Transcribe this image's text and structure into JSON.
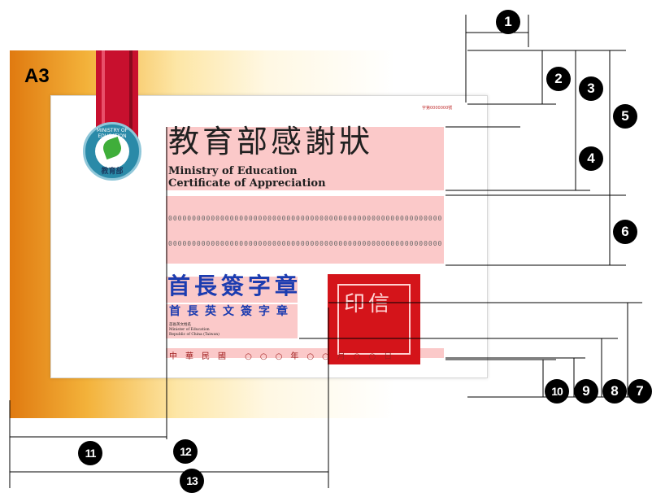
{
  "paper_size": "A3",
  "certificate": {
    "serial": "字第0000000號",
    "title_zh": "教育部感謝狀",
    "title_en_line1": "Ministry of Education",
    "title_en_line2": "Certificate of Appreciation",
    "body_line1": "0000000000000000000000000000000000000000000000000000000000",
    "body_line2": "0000000000000000000000000000000000000000000000000000000000",
    "signature_zh": "首長簽字章",
    "signature_en": "首長英文簽字章",
    "signer_small_zh": "首長英文姓名",
    "signer_small_en1": "Minister of Education",
    "signer_small_en2": "Republic of China (Taiwan)",
    "date_line": "中華民國 ○○○年○○月○○日",
    "seal_text": "MINISTRY OF EDUCATION",
    "seal_label": "教育部"
  },
  "stamp_glyphs": "印信",
  "callouts": [
    "1",
    "2",
    "3",
    "4",
    "5",
    "6",
    "7",
    "8",
    "9",
    "10",
    "11",
    "12",
    "13"
  ],
  "colors": {
    "highlight": "#fbc9c9",
    "signature_blue": "#1c3cb0",
    "ribbon_red": "#c8102e",
    "stamp_red": "#d4141a",
    "bg_orange": "#e07a10"
  }
}
